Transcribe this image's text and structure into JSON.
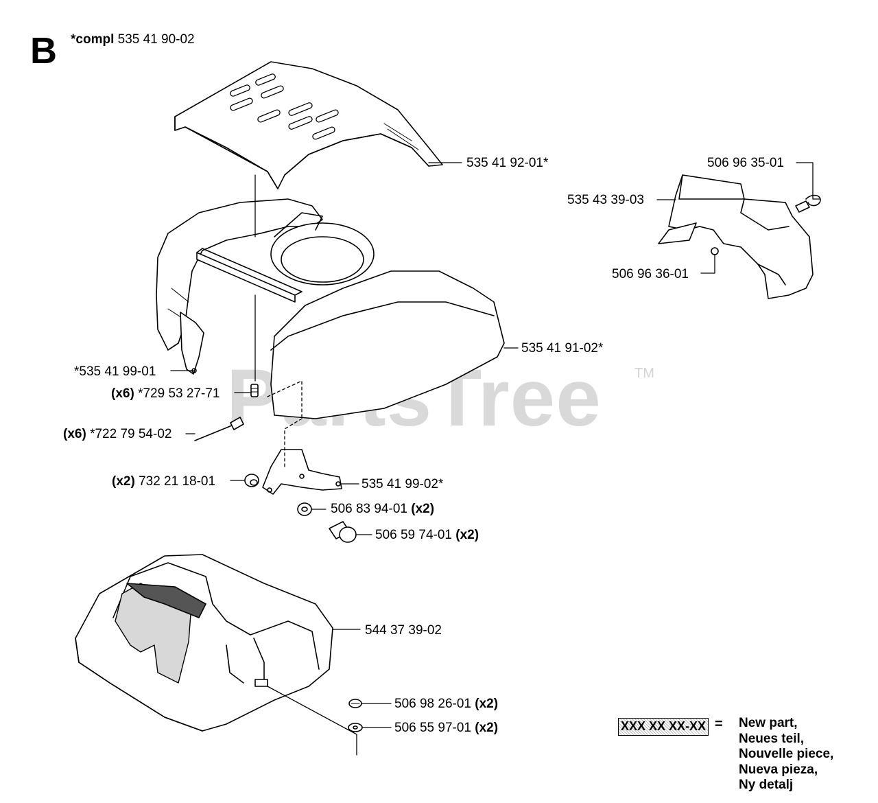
{
  "section": {
    "letter": "B",
    "compl_prefix": "*compl",
    "compl_number": "535 41 90-02"
  },
  "watermark": {
    "text": "PartsTree",
    "trademark": "TM"
  },
  "labels": [
    {
      "id": "top-cover",
      "qty": "",
      "number": "535 41 92-01*",
      "qty_after": ""
    },
    {
      "id": "main-hood",
      "qty": "",
      "number": "535 41 91-02*",
      "qty_after": ""
    },
    {
      "id": "left-bracket",
      "qty": "",
      "number": "*535 41 99-01",
      "qty_after": ""
    },
    {
      "id": "screw-729",
      "qty": "(x6)",
      "number": "*729 53 27-71",
      "qty_after": ""
    },
    {
      "id": "rivet-722",
      "qty": "(x6)",
      "number": "*722 79 54-02",
      "qty_after": ""
    },
    {
      "id": "right-bracket",
      "qty": "",
      "number": "535 41 99-02*",
      "qty_after": ""
    },
    {
      "id": "nut-732",
      "qty": "(x2)",
      "number": "732 21 18-01",
      "qty_after": ""
    },
    {
      "id": "washer-506-83",
      "qty": "",
      "number": "506 83 94-01",
      "qty_after": "(x2)"
    },
    {
      "id": "bolt-506-59",
      "qty": "",
      "number": "506 59 74-01",
      "qty_after": "(x2)"
    },
    {
      "id": "lower-cover",
      "qty": "",
      "number": "544 37 39-02",
      "qty_after": ""
    },
    {
      "id": "screw-506-98",
      "qty": "",
      "number": "506 98 26-01",
      "qty_after": "(x2)"
    },
    {
      "id": "washer-506-55",
      "qty": "",
      "number": "506 55 97-01",
      "qty_after": "(x2)"
    },
    {
      "id": "clip-506-96-35",
      "qty": "",
      "number": "506 96 35-01",
      "qty_after": ""
    },
    {
      "id": "deflector-535-43",
      "qty": "",
      "number": "535 43 39-03",
      "qty_after": ""
    },
    {
      "id": "nut-506-96-36",
      "qty": "",
      "number": "506 96 36-01",
      "qty_after": ""
    }
  ],
  "legend": {
    "sample": "XXX XX XX-XX",
    "equals": "=",
    "lines": [
      "New part,",
      "Neues teil,",
      "Nouvelle piece,",
      "Nueva pieza,",
      "Ny detalj"
    ]
  }
}
